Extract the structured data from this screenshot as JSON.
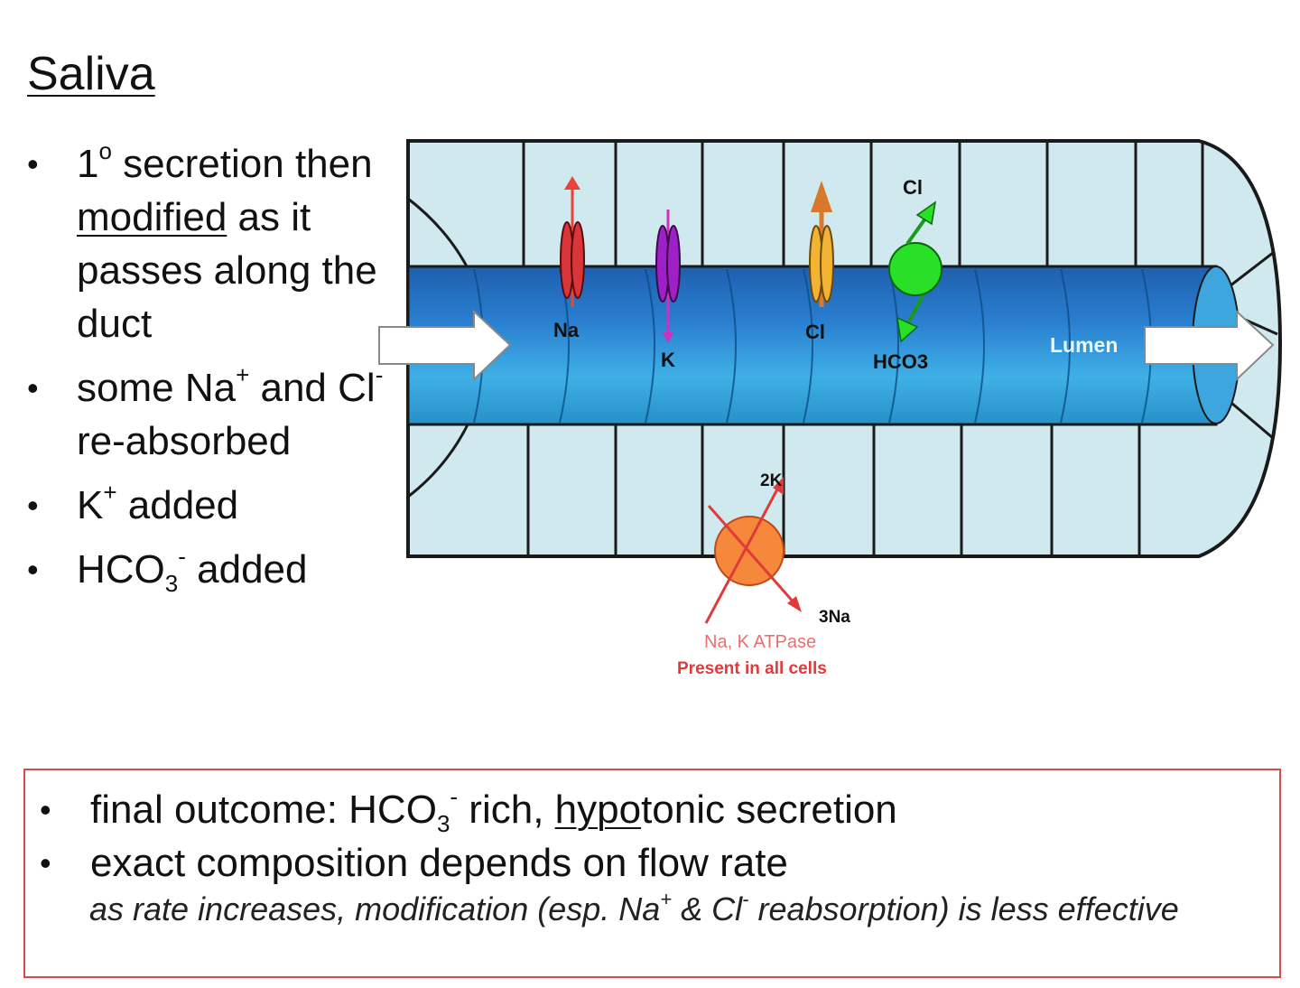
{
  "title": "Saliva",
  "bullets": {
    "b1": {
      "pre": "1",
      "sup": "o",
      "mid": " secretion then ",
      "underlined": "modified",
      "post": " as it passes along the duct"
    },
    "b2": {
      "pre": "some Na",
      "sup1": "+",
      "mid": " and Cl",
      "sup2": "-",
      "post": " re-absorbed"
    },
    "b3": {
      "pre": "K",
      "sup": "+",
      "post": " added"
    },
    "b4": {
      "pre": "HCO",
      "sub": "3",
      "sup": "-",
      "post": " added"
    }
  },
  "diagram": {
    "channels": {
      "na": "Na",
      "k": "K",
      "cl": "Cl"
    },
    "exchanger": {
      "top": "Cl",
      "bottom": "HCO3"
    },
    "lumen": "Lumen",
    "pump": {
      "k_label": "2K",
      "na_label": "3Na",
      "name": "Na, K  ATPase",
      "note": "Present in all cells"
    },
    "colors": {
      "cell": "#cfe9ef",
      "lumen": "#1e8fcf",
      "na_channel": "#d8363a",
      "k_channel": "#a020c8",
      "cl_channel": "#f2b233",
      "exchanger": "#28e028",
      "pump": "#f5883a",
      "pump_text": "#e03a3a"
    }
  },
  "box": {
    "line1": {
      "pre": "final outcome: HCO",
      "sub": "3",
      "sup": "-",
      "mid": " rich, ",
      "underlined": "hypo",
      "post": "tonic secretion"
    },
    "line2": "exact composition depends on flow rate",
    "note": {
      "pre": "as rate increases, modification (esp. Na",
      "sup1": "+",
      "mid": " & Cl",
      "sup2": "-",
      "post": " reabsorption) is less effective"
    }
  }
}
